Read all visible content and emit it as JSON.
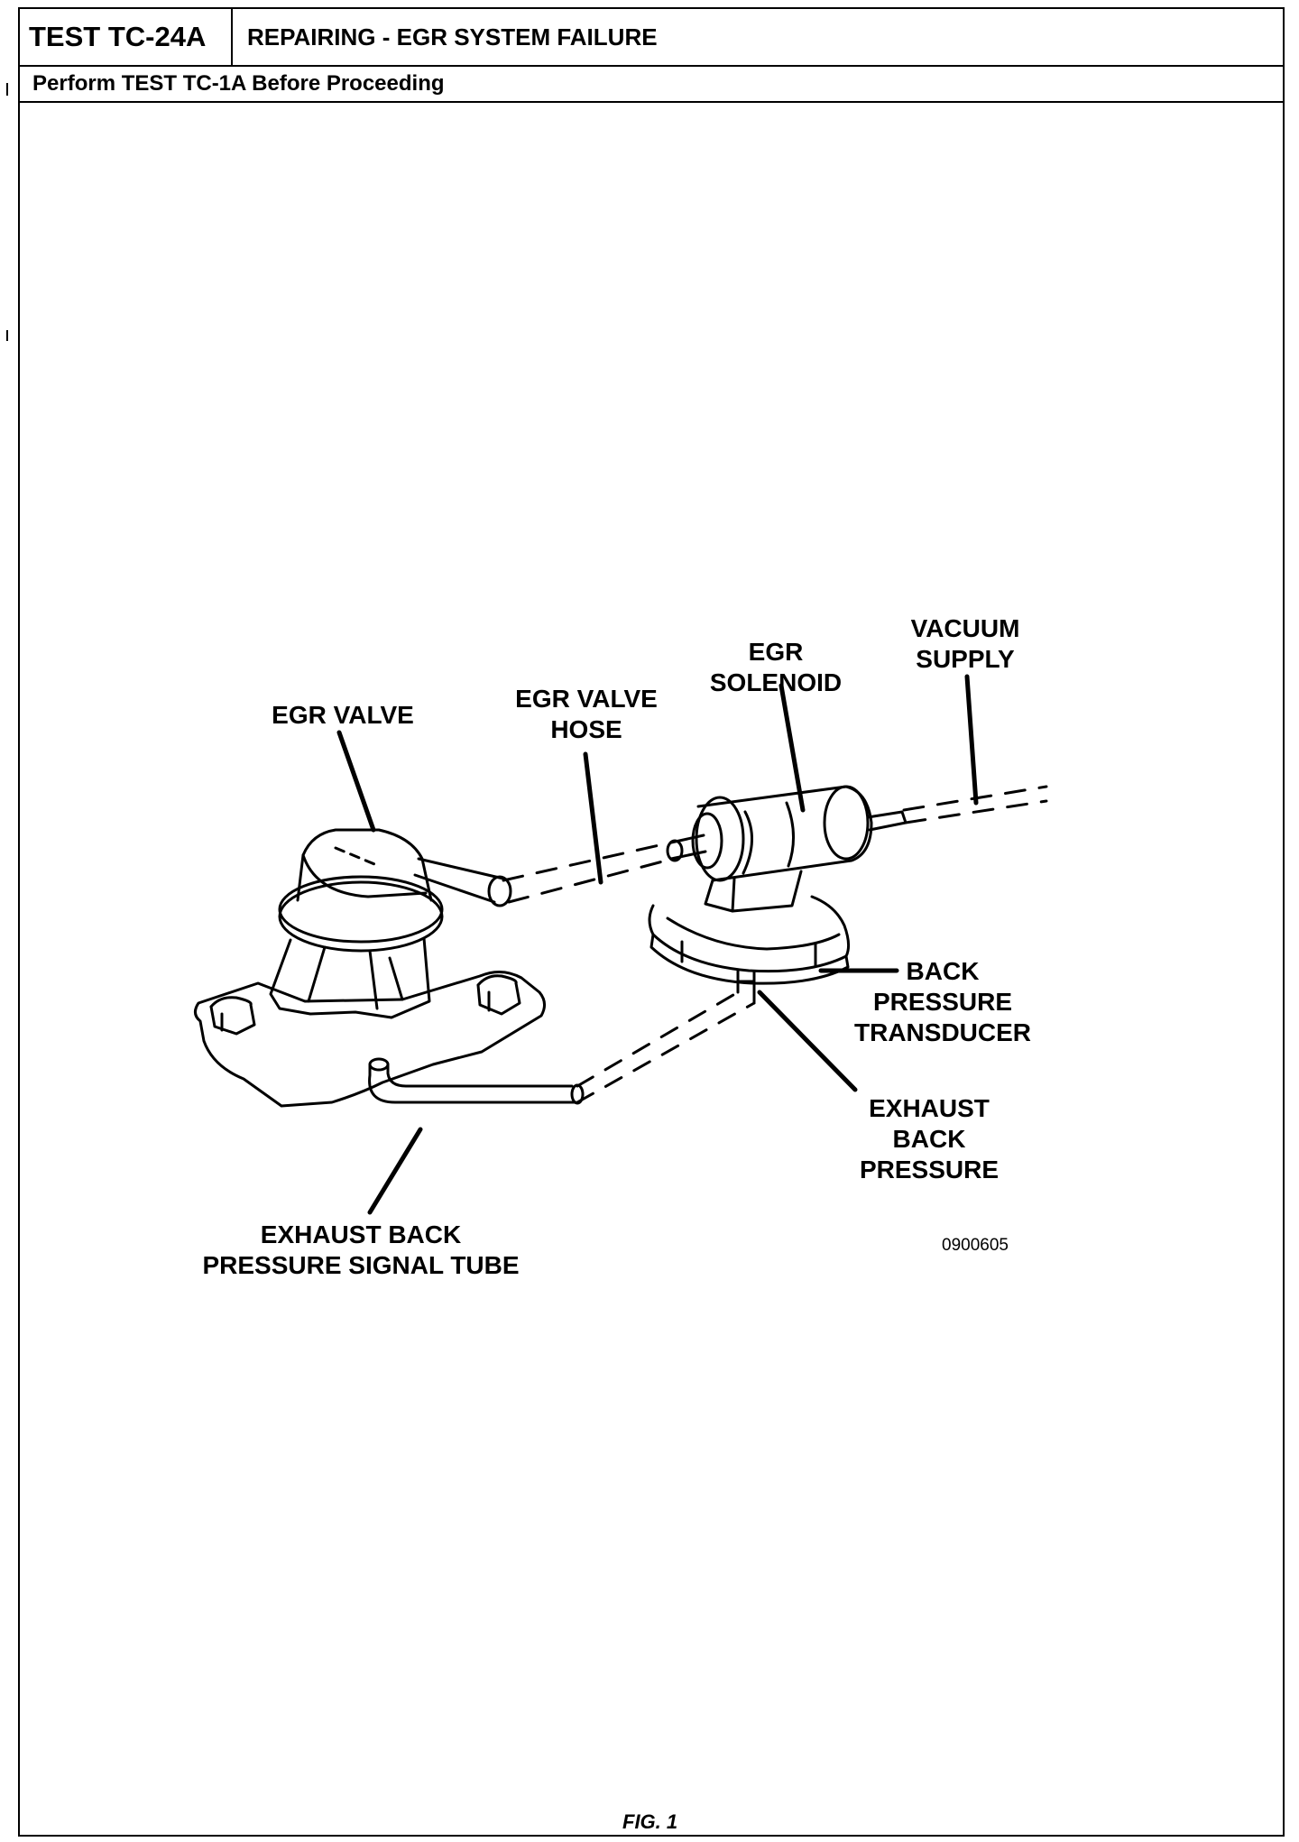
{
  "header": {
    "test_id": "TEST TC-24A",
    "title": "REPAIRING - EGR SYSTEM FAILURE",
    "prerequisite": "Perform TEST TC-1A Before Proceeding"
  },
  "diagram": {
    "labels": {
      "egr_valve": "EGR VALVE",
      "egr_valve_hose": "EGR VALVE\nHOSE",
      "egr_solenoid": "EGR\nSOLENOID",
      "vacuum_supply": "VACUUM\nSUPPLY",
      "back_pressure_transducer": "BACK\nPRESSURE\nTRANSDUCER",
      "exhaust_back_pressure": "EXHAUST\nBACK\nPRESSURE",
      "exhaust_back_pressure_signal_tube": "EXHAUST BACK\nPRESSURE SIGNAL TUBE"
    },
    "figure_code": "0900605",
    "caption": "FIG. 1"
  },
  "colors": {
    "ink": "#000000",
    "paper": "#ffffff"
  }
}
